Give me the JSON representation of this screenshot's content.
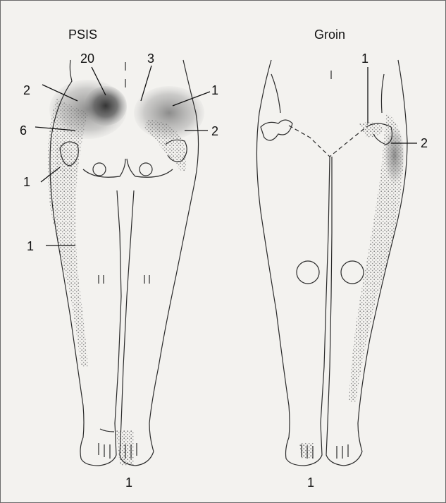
{
  "panels": {
    "left": {
      "title": "PSIS",
      "footer": "1",
      "labels": {
        "top_center": "20",
        "top_right": "3",
        "upper_left": "2",
        "mid_left": "6",
        "hip_left": "1",
        "thigh_left": "1",
        "upper_right": "1",
        "mid_right": "2"
      }
    },
    "right": {
      "title": "Groin",
      "footer": "1",
      "labels": {
        "top": "1",
        "side": "2"
      }
    }
  },
  "colors": {
    "paper": "#f3f2ef",
    "outline": "#2b2b2b",
    "shade_dark": "#3d3d3d",
    "shade_stipple": "#8a8a8a"
  }
}
